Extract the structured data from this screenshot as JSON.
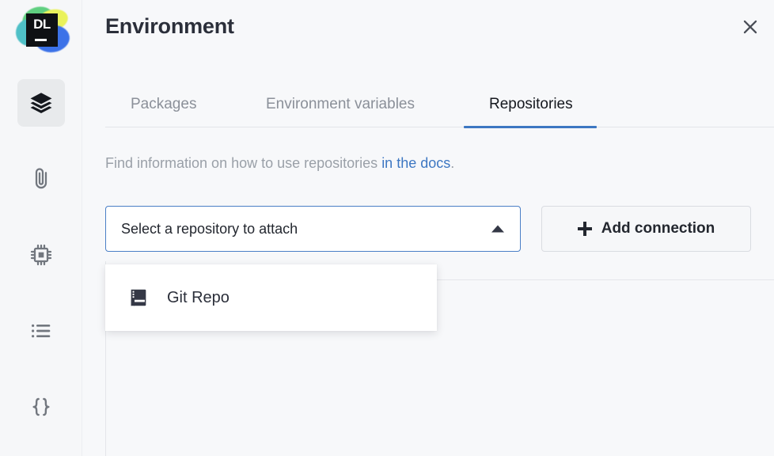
{
  "app": {
    "logo_text": "DL",
    "logo_name": "dataspell-logo"
  },
  "sidebar": {
    "items": [
      {
        "name": "layers-icon",
        "label": "Environment",
        "active": true
      },
      {
        "name": "paperclip-icon",
        "label": "Attachments",
        "active": false
      },
      {
        "name": "cpu-chip-icon",
        "label": "Hardware",
        "active": false
      },
      {
        "name": "list-icon",
        "label": "Logs",
        "active": false
      },
      {
        "name": "braces-icon",
        "label": "Variables",
        "active": false
      }
    ]
  },
  "header": {
    "title": "Environment",
    "close_icon": "close-icon"
  },
  "tabs": [
    {
      "label": "Packages",
      "active": false
    },
    {
      "label": "Environment variables",
      "active": false
    },
    {
      "label": "Repositories",
      "active": true
    }
  ],
  "description": {
    "prefix": "Find information on how to use repositories ",
    "link_text": "in the docs",
    "suffix": "."
  },
  "controls": {
    "select_placeholder": "Select a repository to attach",
    "select_caret_icon": "caret-up-icon",
    "select_open": true,
    "add_button_label": "Add connection",
    "add_button_icon": "plus-icon"
  },
  "dropdown": {
    "options": [
      {
        "label": "Git Repo",
        "icon": "book-repo-icon"
      }
    ]
  },
  "colors": {
    "accent_blue": "#3d77c2",
    "link_blue": "#3d77c2",
    "focus_border": "#4a7fc6",
    "text_dark": "#23272f",
    "text_muted": "#9aa0a8",
    "page_bg": "#f7f8fa",
    "panel_white": "#ffffff"
  }
}
